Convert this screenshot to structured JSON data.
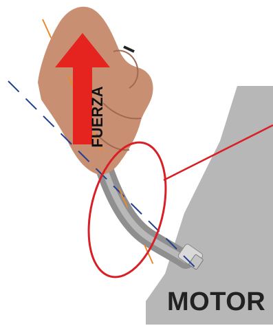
{
  "labels": {
    "force": "FUERZA",
    "motor": "MOTOR"
  },
  "colors": {
    "arrow": "#e5231f",
    "ellipse": "#d81f26",
    "motor_body": "#b7b7b7",
    "cable": "#9a9a9a",
    "skin": "#c98f72",
    "axis_blue": "#1f3f8f",
    "axis_orange": "#e88a2c"
  },
  "icons": {
    "hand": "hand-gripping-cable",
    "motor": "motor-housing-shape",
    "cable": "gray-cable-with-connector"
  }
}
